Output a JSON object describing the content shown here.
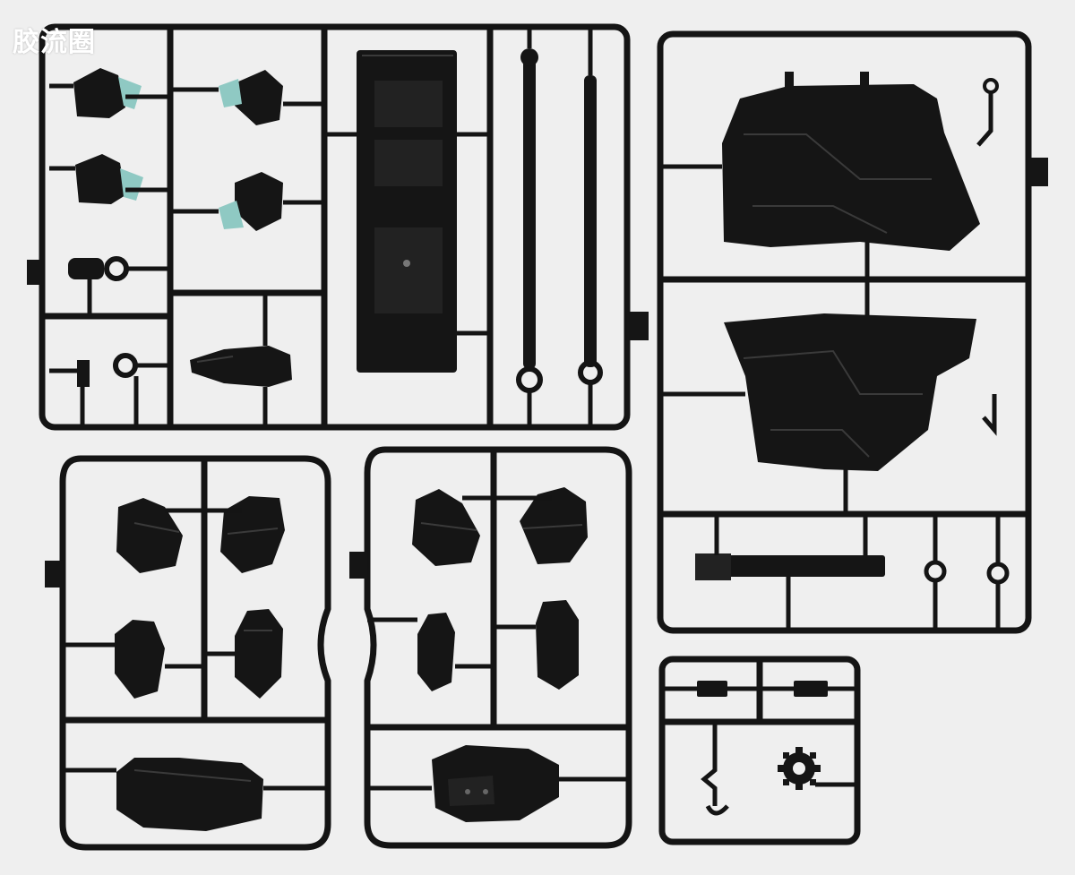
{
  "image": {
    "watermark": "胶流圈",
    "colors": {
      "background": "#efefef",
      "plastic": "#141414",
      "plastic_highlight": "#2e2e2e",
      "clear_part": "#8fc9c3",
      "watermark": "#ffffff"
    },
    "sprues": [
      {
        "name": "sprue-large-top-left"
      },
      {
        "name": "sprue-tall-right"
      },
      {
        "name": "sprue-bottom-left"
      },
      {
        "name": "sprue-bottom-middle"
      },
      {
        "name": "sprue-small-bottom-right"
      }
    ]
  }
}
